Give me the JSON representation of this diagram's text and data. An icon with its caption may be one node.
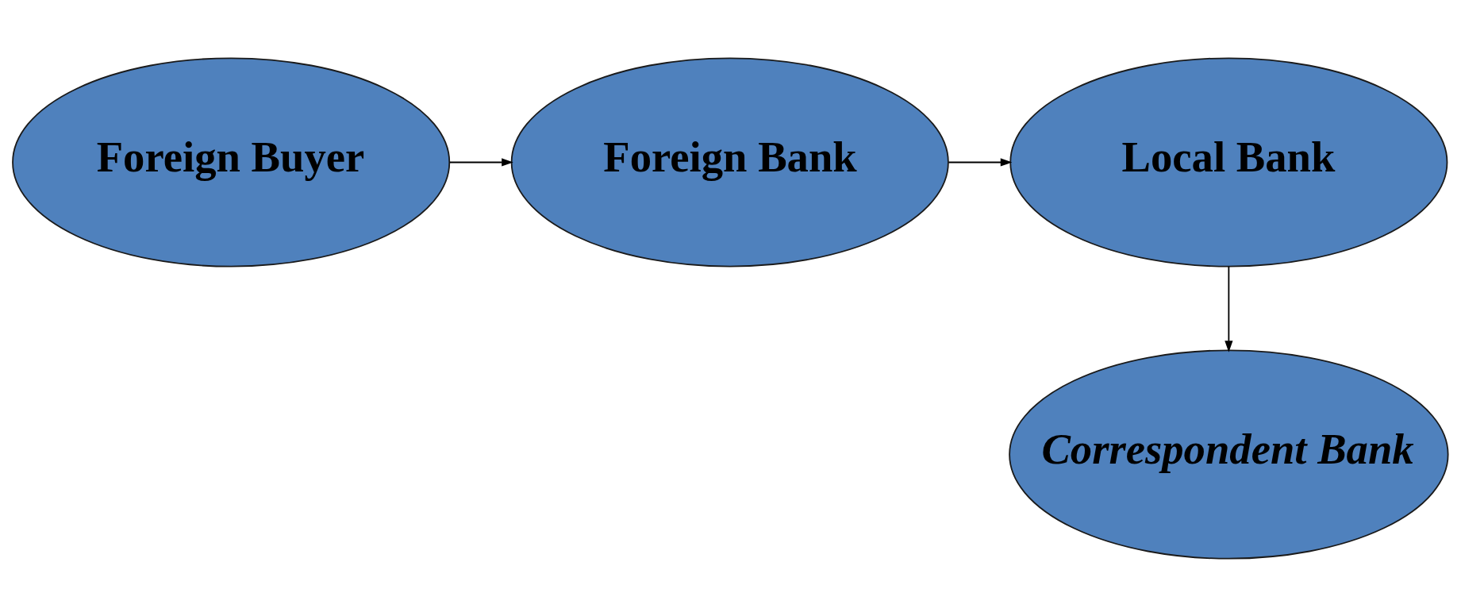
{
  "diagram": {
    "nodes": [
      {
        "text": [
          "Foreign Buyer"
        ]
      },
      {
        "text": [
          "Foreign Bank"
        ]
      },
      {
        "text": [
          "Local Bank"
        ]
      },
      {
        "text": [
          "Correspondent Bank"
        ]
      }
    ],
    "edges": [
      {
        "from": 0,
        "to": 1,
        "arrow": "to"
      },
      {
        "from": 1,
        "to": 2,
        "arrow": "to"
      },
      {
        "from": 2,
        "to": 3,
        "arrow": "to"
      }
    ]
  }
}
